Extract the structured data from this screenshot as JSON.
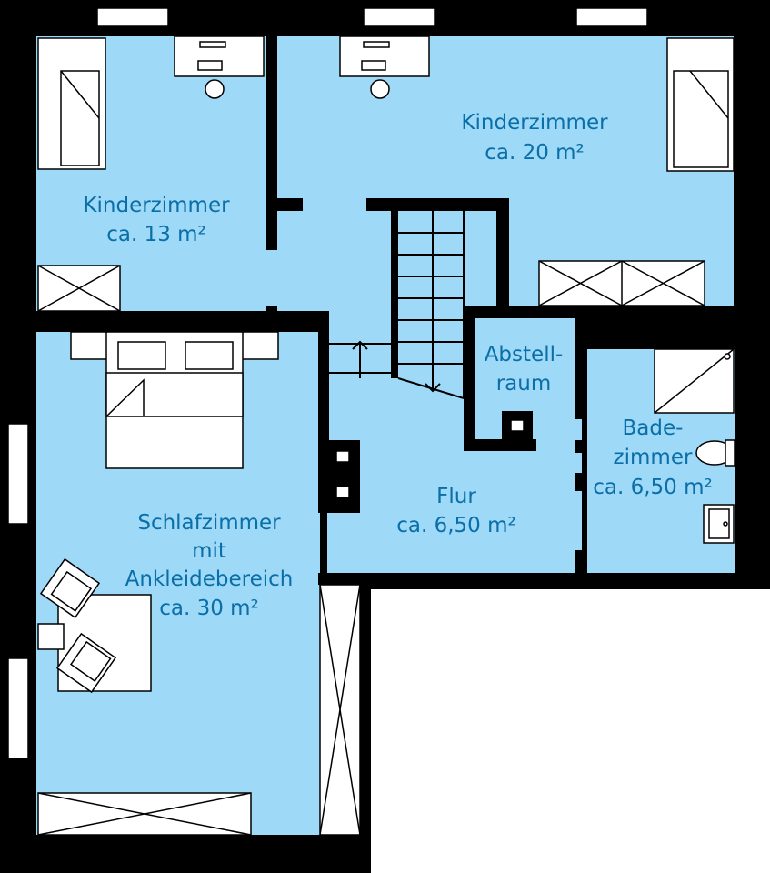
{
  "colors": {
    "floor": "#9ed9f7",
    "wall": "#000000",
    "label": "#0a6fa8",
    "furniture": "#ffffff"
  },
  "rooms": {
    "kinderzimmer_small": {
      "name": "Kinderzimmer",
      "area": "ca. 13 m²"
    },
    "kinderzimmer_large": {
      "name": "Kinderzimmer",
      "area": "ca. 20 m²"
    },
    "abstellraum": {
      "name_line1": "Abstell-",
      "name_line2": "raum"
    },
    "badezimmer": {
      "name_line1": "Bade-",
      "name_line2": "zimmer",
      "area": "ca. 6,50 m²"
    },
    "flur": {
      "name": "Flur",
      "area": "ca. 6,50 m²"
    },
    "schlafzimmer": {
      "name_line1": "Schlafzimmer",
      "name_line2": "mit",
      "name_line3": "Ankleidebereich",
      "area": "ca. 30 m²"
    }
  }
}
